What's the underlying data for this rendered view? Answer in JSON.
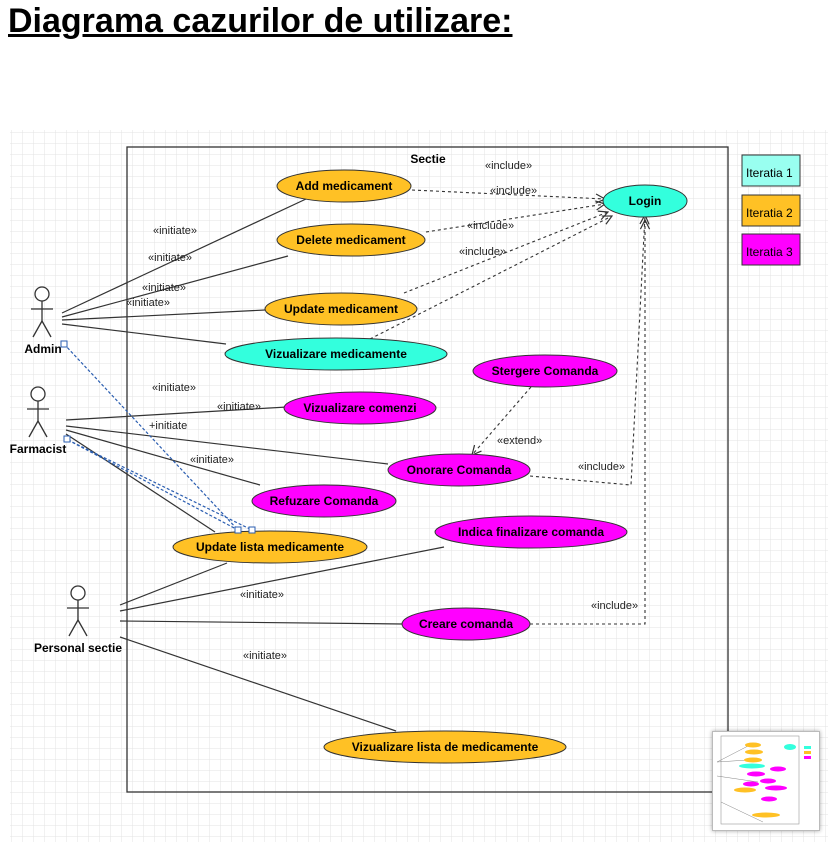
{
  "title": "Diagrama cazurilor de utilizare:",
  "system": {
    "label": "Sectie"
  },
  "colors": {
    "iteratia1": "#33ffdd",
    "iteratia2": "#ffc125",
    "iteratia3": "#ff00ff",
    "grid": "#e3e3e3",
    "dashed_link": "#2a5db0"
  },
  "legend": [
    {
      "label": "Iteratia 1",
      "color": "#33ffdd"
    },
    {
      "label": "Iteratia 2",
      "color": "#ffc125"
    },
    {
      "label": "Iteratia 3",
      "color": "#ff00ff"
    }
  ],
  "actors": [
    {
      "id": "admin",
      "label": "Admin"
    },
    {
      "id": "farmacist",
      "label": "Farmacist"
    },
    {
      "id": "personal",
      "label": "Personal sectie"
    }
  ],
  "use_cases": [
    {
      "id": "add",
      "label": "Add medicament",
      "iteration": 2
    },
    {
      "id": "delete",
      "label": "Delete medicament",
      "iteration": 2
    },
    {
      "id": "update",
      "label": "Update medicament",
      "iteration": 2
    },
    {
      "id": "viz_med",
      "label": "Vizualizare medicamente",
      "iteration": 1
    },
    {
      "id": "login",
      "label": "Login",
      "iteration": 1
    },
    {
      "id": "stergere",
      "label": "Stergere Comanda",
      "iteration": 3
    },
    {
      "id": "viz_com",
      "label": "Vizualizare comenzi",
      "iteration": 3
    },
    {
      "id": "onorare",
      "label": "Onorare Comanda",
      "iteration": 3
    },
    {
      "id": "refuzare",
      "label": "Refuzare Comanda",
      "iteration": 3
    },
    {
      "id": "update_lista",
      "label": "Update lista medicamente",
      "iteration": 2
    },
    {
      "id": "indica",
      "label": "Indica finalizare comanda",
      "iteration": 3
    },
    {
      "id": "creare",
      "label": "Creare comanda",
      "iteration": 3
    },
    {
      "id": "viz_lista",
      "label": "Vizualizare lista de medicamente",
      "iteration": 2
    }
  ],
  "relation_labels": {
    "initiate": "«initiate»",
    "initiate_plain": "+initiate",
    "include": "«include»",
    "extend": "«extend»"
  }
}
